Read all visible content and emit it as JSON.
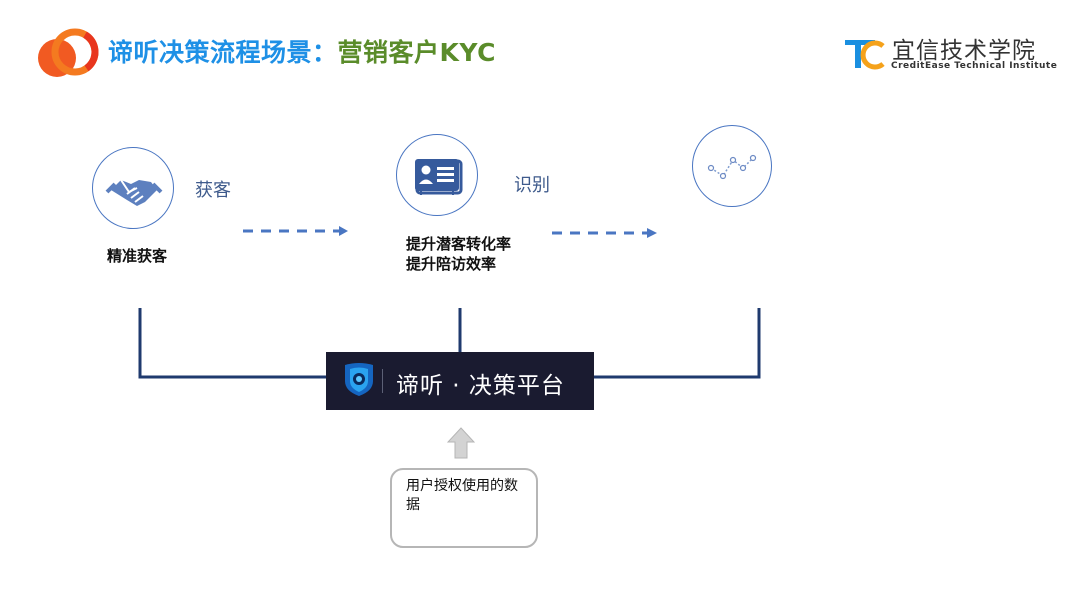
{
  "header": {
    "title_blue": "谛听决策流程场景：",
    "title_green": "营销客户KYC",
    "brand_name": "宜信技术学院",
    "brand_sub": "CreditEase Technical Institute"
  },
  "steps": [
    {
      "label": "获客",
      "icon": "handshake-icon",
      "caption_lines": [
        "精准获客"
      ]
    },
    {
      "label": "识别",
      "icon": "id-card-icon",
      "caption_lines": [
        "提升潜客转化率",
        "提升陪访效率"
      ]
    },
    {
      "label": "",
      "icon": "line-trend-icon",
      "caption_lines": []
    }
  ],
  "platform": {
    "name": "谛听 · 决策平台",
    "icon": "shield-logo-icon"
  },
  "data_source": {
    "text": "用户授权使用的数据"
  },
  "colors": {
    "title_blue": "#1e90e6",
    "title_green": "#5a8c2a",
    "accent_blue": "#4a76c2",
    "connector": "#1f3a6e",
    "platform_bg": "#1a1b30",
    "arrow_gray": "#c8c8c8",
    "logo_orange": "#f15a22"
  }
}
